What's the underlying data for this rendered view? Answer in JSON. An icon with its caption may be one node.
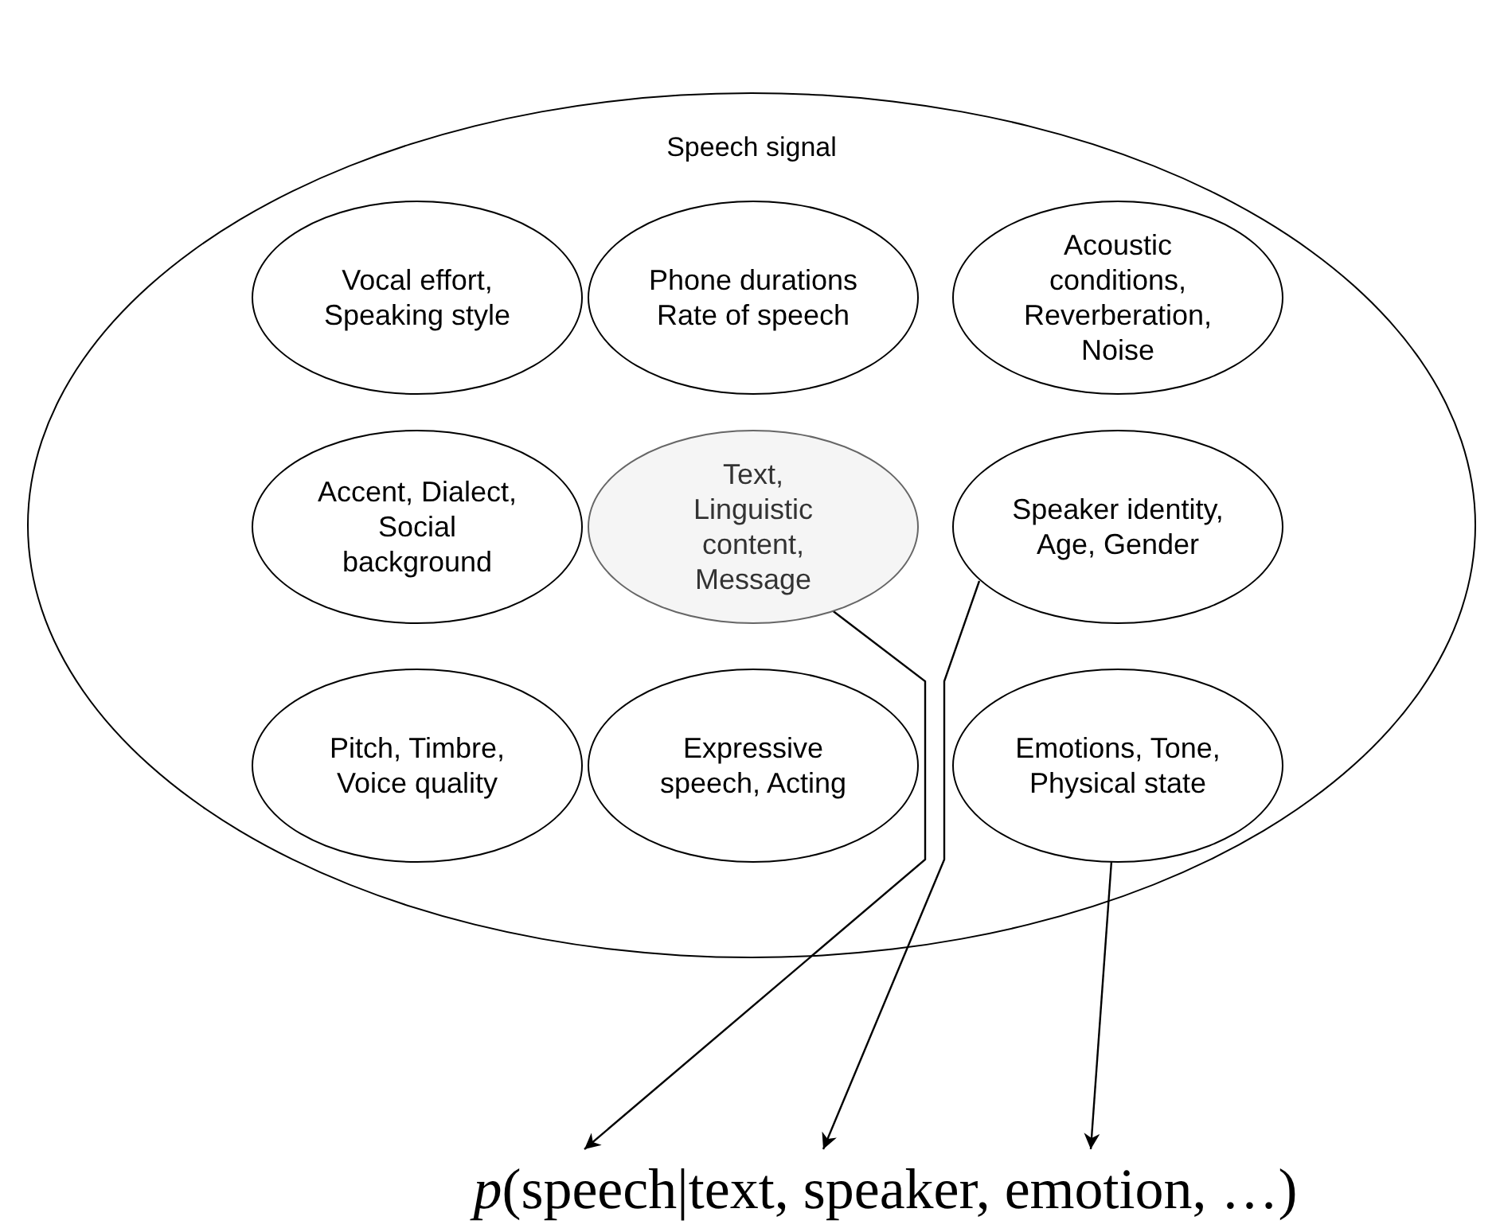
{
  "diagram": {
    "nodes": [
      {
        "text": [
          "Speech signal"
        ]
      },
      {
        "text": [
          "Vocal effort, Speaking style"
        ],
        "in": 0
      },
      {
        "text": [
          "Phone durations Rate of speech"
        ],
        "in": 0
      },
      {
        "text": [
          "Acoustic conditions, Reverberation, Noise"
        ],
        "in": 0
      },
      {
        "text": [
          "Accent, Dialect, Social background"
        ],
        "in": 0
      },
      {
        "text": [
          "Text, Linguistic content, Message"
        ],
        "in": 0
      },
      {
        "text": [
          "Speaker identity, Age, Gender"
        ],
        "in": 0
      },
      {
        "text": [
          "Pitch, Timbre, Voice quality"
        ],
        "in": 0
      },
      {
        "text": [
          "Expressive speech, Acting"
        ],
        "in": 0
      },
      {
        "text": [
          "Emotions, Tone, Physical state"
        ],
        "in": 0
      },
      {
        "text": [
          "*p*(speech|text, speaker, emotion, …)"
        ]
      }
    ],
    "edges": [
      {
        "from": 5,
        "to": 10,
        "arrow": "to"
      },
      {
        "from": 6,
        "to": 10,
        "arrow": "to"
      },
      {
        "from": 9,
        "to": 10,
        "arrow": "to"
      }
    ]
  }
}
